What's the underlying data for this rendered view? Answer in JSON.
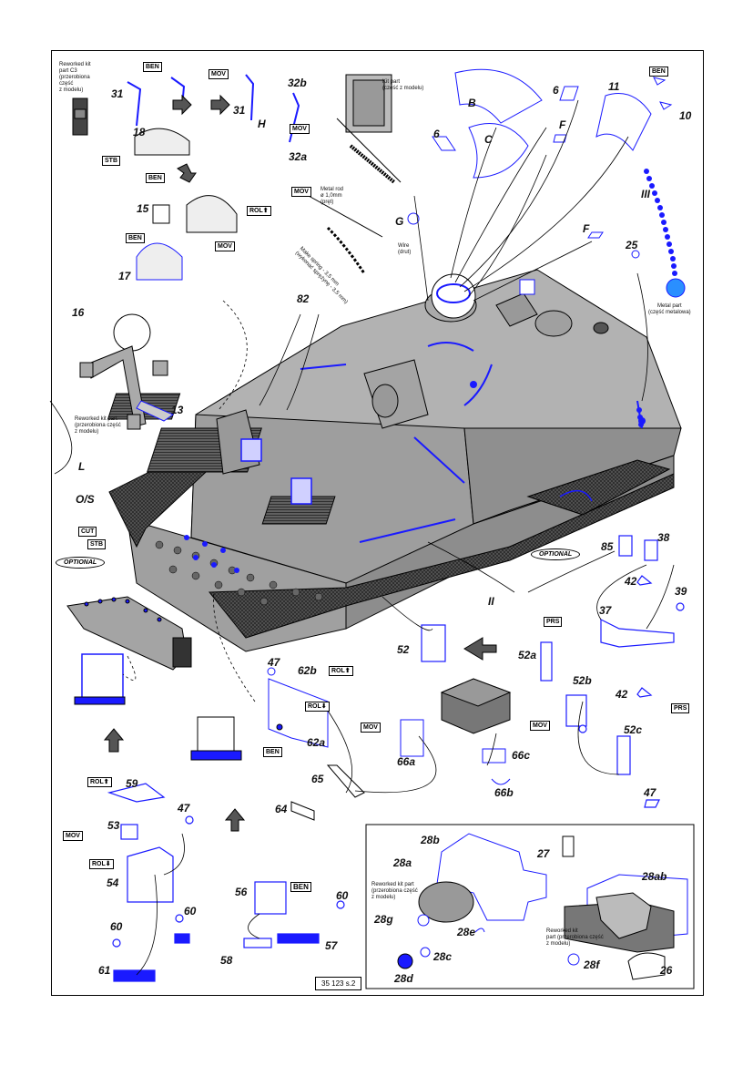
{
  "sheet_code": "35 123 s.2",
  "part_labels": {
    "p31a": "31",
    "p31b": "31",
    "p32b": "32b",
    "p32a": "32a",
    "pH": "H",
    "pG": "G",
    "p18": "18",
    "p15": "15",
    "p17": "17",
    "p16": "16",
    "p13": "13",
    "pB": "B",
    "pC": "C",
    "p6a": "6",
    "p6b": "6",
    "pF1": "F",
    "pF2": "F",
    "p11": "11",
    "p10": "10",
    "pIII": "III",
    "p25": "25",
    "p82": "82",
    "pL": "L",
    "pOS": "O/S",
    "pII": "II",
    "p85": "85",
    "p38": "38",
    "p42a": "42",
    "p42b": "42",
    "p39": "39",
    "p37": "37",
    "p52": "52",
    "p52a": "52a",
    "p52b": "52b",
    "p52c": "52c",
    "p47a": "47",
    "p47b": "47",
    "p47c": "47",
    "p62b": "62b",
    "p62a": "62a",
    "p65": "65",
    "p64": "64",
    "p66a": "66a",
    "p66b": "66b",
    "p66c": "66c",
    "p59": "59",
    "p53": "53",
    "p54": "54",
    "p60a": "60",
    "p60b": "60",
    "p60c": "60",
    "p61": "61",
    "p56": "56",
    "p57": "57",
    "p58": "58",
    "p27": "27",
    "p28b": "28b",
    "p28a": "28a",
    "p28ab": "28ab",
    "p28g": "28g",
    "p28e": "28e",
    "p28c": "28c",
    "p28d": "28d",
    "p28f": "28f",
    "p26": "26"
  },
  "tags": {
    "ben1": "BEN",
    "ben2": "BEN",
    "ben3": "BEN",
    "ben4": "BEN",
    "ben5": "BEN",
    "ben6": "BEN",
    "mov1": "MOV",
    "mov2": "MOV",
    "mov3": "MOV",
    "mov4": "MOV",
    "mov5": "MOV",
    "mov6": "MOV",
    "mov7": "MOV",
    "stb1": "STB",
    "stb2": "STB",
    "rol1": "ROL⬆",
    "rol2": "ROL⬆",
    "rol3": "ROL⬇",
    "rol4": "ROL⬆",
    "rol5": "ROL⬇",
    "cut": "CUT",
    "prs1": "PRS",
    "prs2": "PRS"
  },
  "notes": {
    "reworked_c3": "Reworked kit\npart C3\n(przerobiona\nczęść\nz modelu)",
    "kit_part": "Kit part\n(część z modelu)",
    "metal_rod": "Metal rod\nø 1,0mm\n(pręt)",
    "wire": "Wire\n(drut)",
    "spring": "Make spring - 3,5 mm\n(wykonać sprężynę - 3,5 mm)",
    "reworked_kit_part": "Reworked kit part\n(przerobiona część\nz modelu)",
    "metal_part": "Metal part\n(część metalowa)",
    "reworked_28": "Reworked kit part\n(przerobiona część\nz modelu)",
    "reworked_28f": "Reworked kit\npart (przerobiona część\nz modelu)"
  },
  "optional_labels": {
    "opt1": "OPTIONAL",
    "opt2": "OPTIONAL"
  },
  "colors": {
    "part_blue": "#1a1aff",
    "hull_gray": "#a8a8a8",
    "line": "#000000"
  }
}
